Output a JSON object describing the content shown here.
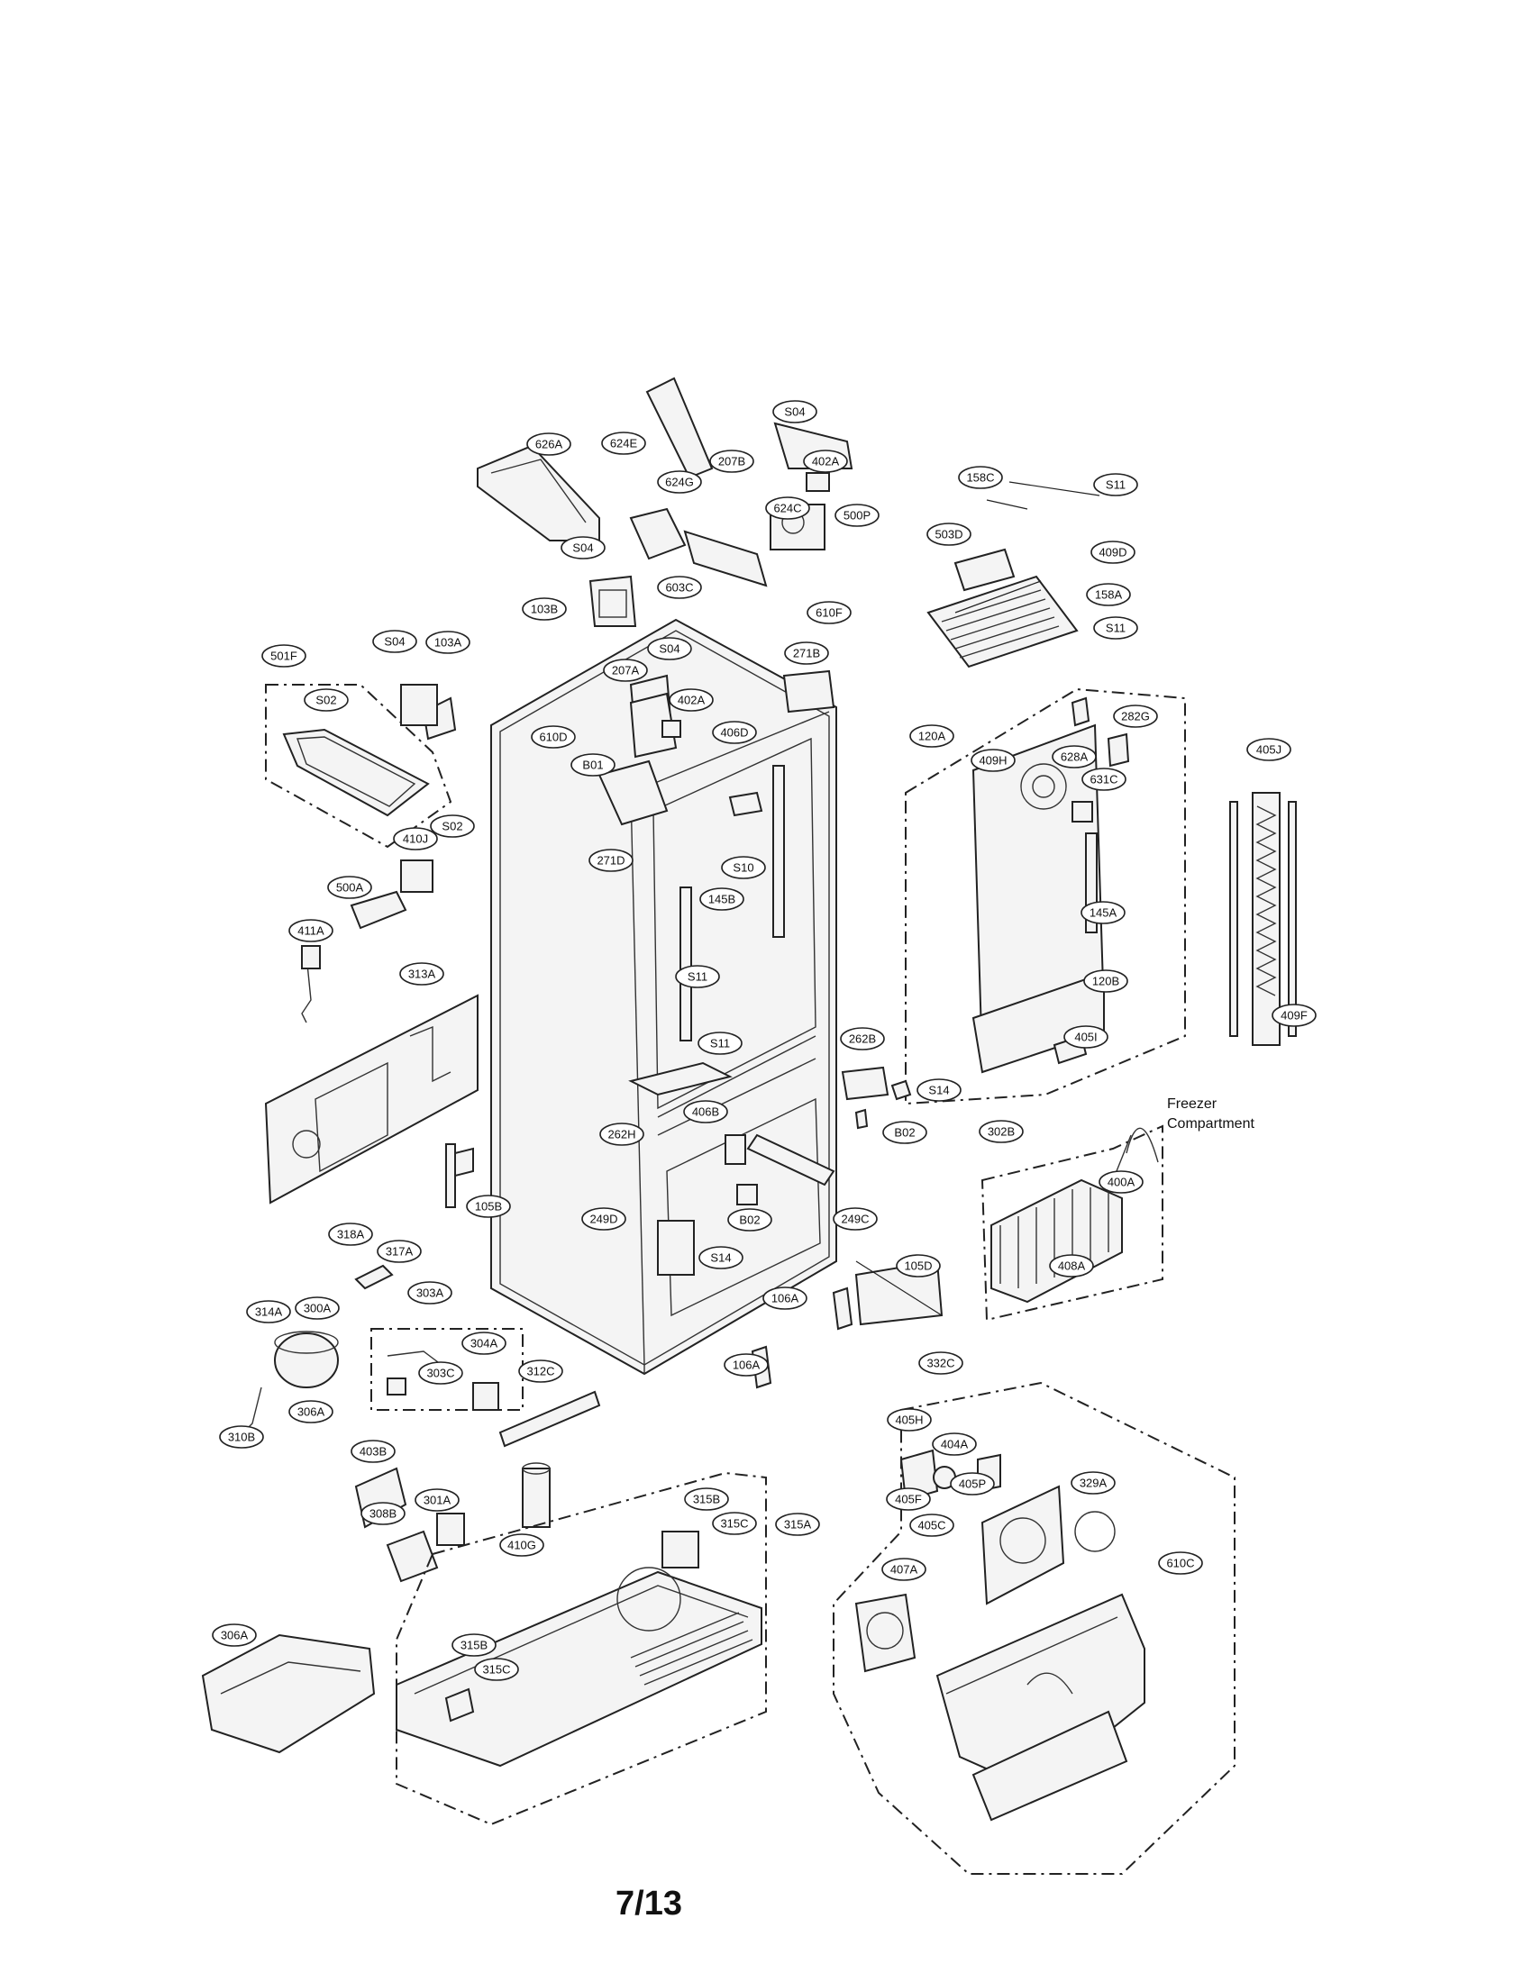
{
  "page_number": "7/13",
  "annotation": {
    "line1": "Freezer",
    "line2": "Compartment"
  },
  "part_labels": [
    "S04",
    "626A",
    "624E",
    "207B",
    "402A",
    "624G",
    "624C",
    "500P",
    "158C",
    "S11",
    "S04",
    "603C",
    "610F",
    "503D",
    "409D",
    "103B",
    "271B",
    "158A",
    "S11",
    "501F",
    "S04",
    "103A",
    "S04",
    "207A",
    "402A",
    "S02",
    "610D",
    "406D",
    "282G",
    "B01",
    "120A",
    "409H",
    "628A",
    "405J",
    "631C",
    "410J",
    "S02",
    "271D",
    "S10",
    "500A",
    "145B",
    "411A",
    "145A",
    "S11",
    "313A",
    "120B",
    "S11",
    "405I",
    "409F",
    "262B",
    "S14",
    "262H",
    "406B",
    "B02",
    "302B",
    "400A",
    "105B",
    "249D",
    "B02",
    "249C",
    "S14",
    "318A",
    "317A",
    "105D",
    "106A",
    "303A",
    "314A",
    "300A",
    "304A",
    "408A",
    "106A",
    "303C",
    "312C",
    "306A",
    "332C",
    "310B",
    "405H",
    "403B",
    "404A",
    "301A",
    "315B",
    "405P",
    "329A",
    "308B",
    "315C",
    "405F",
    "405C",
    "315A",
    "407A",
    "410G",
    "610C",
    "306A",
    "315B",
    "315C"
  ]
}
